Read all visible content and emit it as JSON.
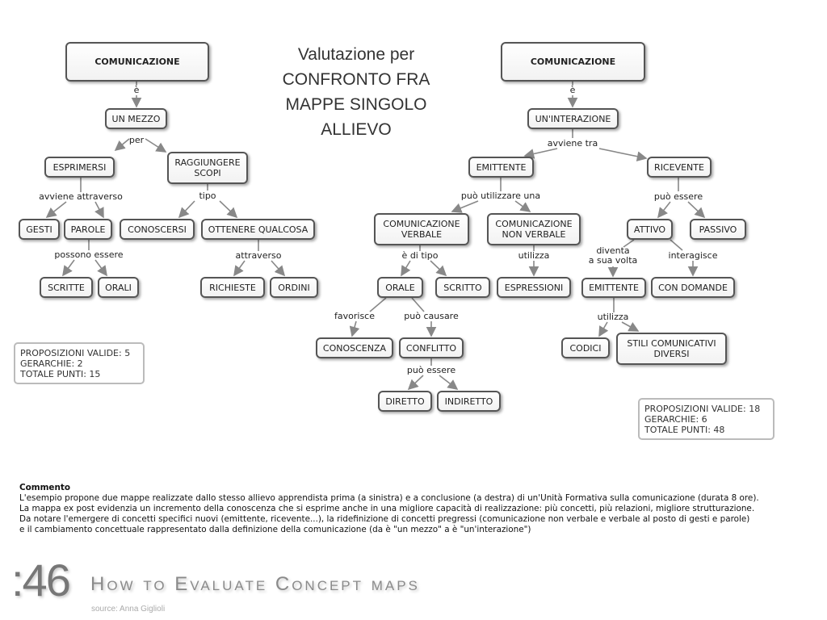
{
  "title": "Valutazione per CONFRONTO FRA MAPPE SINGOLO ALLIEVO",
  "left_map": {
    "nodes": {
      "comunicazione": "COMUNICAZIONE",
      "un_mezzo": "UN MEZZO",
      "esprimersi": "ESPRIMERSI",
      "raggiungere_scopi": "RAGGIUNGERE SCOPI",
      "gesti": "GESTI",
      "parole": "PAROLE",
      "conoscersi": "CONOSCERSI",
      "ottenere_qualcosa": "OTTENERE QUALCOSA",
      "scritte": "SCRITTE",
      "orali": "ORALI",
      "richieste": "RICHIESTE",
      "ordini": "ORDINI"
    },
    "links": {
      "e": "è",
      "per": "per",
      "avviene_attraverso": "avviene attraverso",
      "tipo": "tipo",
      "possono_essere": "possono essere",
      "attraverso": "attraverso"
    },
    "score": [
      "PROPOSIZIONI VALIDE: 5",
      "GERARCHIE: 2",
      "TOTALE PUNTI: 15"
    ]
  },
  "right_map": {
    "nodes": {
      "comunicazione": "COMUNICAZIONE",
      "un_interazione": "UN'INTERAZIONE",
      "emittente": "EMITTENTE",
      "ricevente": "RICEVENTE",
      "com_verbale": "COMUNICAZIONE VERBALE",
      "com_non_verbale": "COMUNICAZIONE NON VERBALE",
      "attivo": "ATTIVO",
      "passivo": "PASSIVO",
      "orale": "ORALE",
      "scritto": "SCRITTO",
      "espressioni": "ESPRESSIONI",
      "emittente2": "EMITTENTE",
      "con_domande": "CON DOMANDE",
      "conoscenza": "CONOSCENZA",
      "conflitto": "CONFLITTO",
      "codici": "CODICI",
      "stili": "STILI COMUNICATIVI DIVERSI",
      "diretto": "DIRETTO",
      "indiretto": "INDIRETTO"
    },
    "links": {
      "e": "è",
      "avviene_tra": "avviene tra",
      "puo_utilizzare_una": "può utilizzare una",
      "puo_essere": "può essere",
      "e_di_tipo": "è di tipo",
      "utilizza": "utilizza",
      "diventa": "diventa\na sua volta",
      "interagisce": "interagisce",
      "favorisce": "favorisce",
      "puo_causare": "può causare",
      "utilizza2": "utilizza",
      "puo_essere2": "può essere"
    },
    "score": [
      "PROPOSIZIONI VALIDE: 18",
      "GERARCHIE: 6",
      "TOTALE PUNTI: 48"
    ]
  },
  "comment": {
    "heading": "Commento",
    "lines": [
      "L'esempio propone due mappe realizzate dallo stesso allievo apprendista prima (a sinistra) e a conclusione (a destra) di un'Unità Formativa sulla comunicazione (durata 8 ore).",
      "La mappa ex post evidenzia un incremento della conoscenza che si esprime anche in una migliore capacità di realizzazione: più concetti, più relazioni, migliore strutturazione.",
      "Da notare l'emergere di concetti specifici nuovi (emittente, ricevente...), la ridefinizione di concetti pregressi (comunicazione non verbale e verbale al posto di gesti e parole)",
      "e il cambiamento concettuale rappresentato dalla definizione della comunicazione (da è \"un mezzo\" a è \"un'interazione\")"
    ]
  },
  "footer": {
    "number": ":46",
    "title": "How to Evaluate Concept maps",
    "source": "source: Anna Giglioli"
  }
}
